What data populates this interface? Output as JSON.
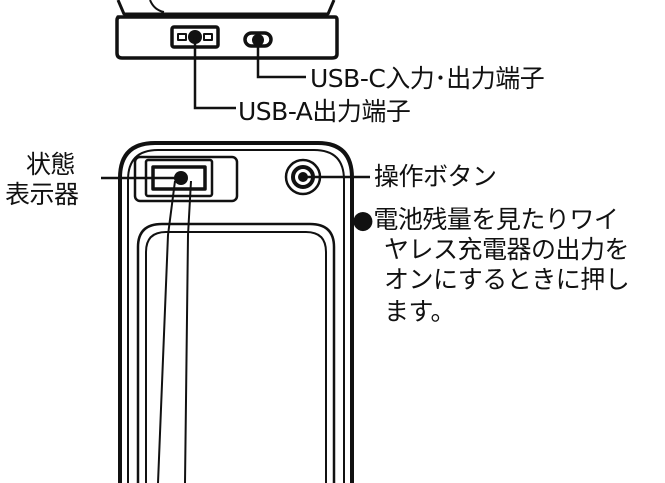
{
  "labels": {
    "usb_c": "USB-C入力･出力端子",
    "usb_a": "USB-A出力端子",
    "status_line1": "状態",
    "status_line2": "表示器",
    "button": "操作ボタン",
    "note_line1": "●電池残量を見たりワイ",
    "note_line2": "ヤレス充電器の出力を",
    "note_line3": "オンにするときに押し",
    "note_line4": "ます。"
  }
}
